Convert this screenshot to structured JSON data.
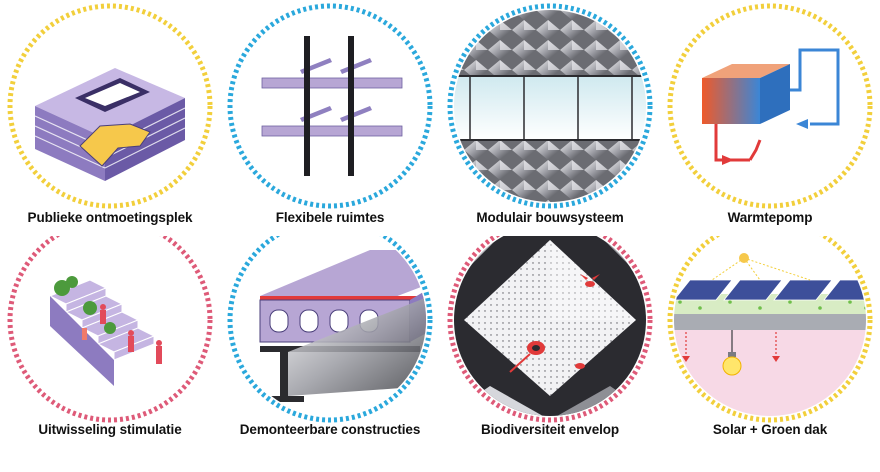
{
  "colors": {
    "yellow_ring": "#f2cf3b",
    "blue_ring": "#2aa8dc",
    "pink_ring": "#de5a78",
    "lavender": "#b7a6d4",
    "purple_dark": "#4a3f7a",
    "accent_yellow": "#f6c84b",
    "heat_red": "#e13a3a",
    "heat_blue": "#3b86d6",
    "green_roof": "#6fbf4a",
    "panel_blue": "#3d4f9a",
    "pink_soil": "#f7d9e6"
  },
  "tiles": [
    {
      "label": "Publieke ontmoetingsplek",
      "ring": "yellow",
      "icon": "stacked-building-icon"
    },
    {
      "label": "Flexibele ruimtes",
      "ring": "blue",
      "icon": "grid-beams-icon"
    },
    {
      "label": "Modulair bouwsysteem",
      "ring": "blue",
      "icon": "modular-panels-icon"
    },
    {
      "label": "Warmtepomp",
      "ring": "yellow",
      "icon": "heat-pump-icon"
    },
    {
      "label": "Uitwisseling stimulatie",
      "ring": "pink",
      "icon": "stairs-people-icon"
    },
    {
      "label": "Demonteerbare constructies",
      "ring": "blue",
      "icon": "steel-beam-icon"
    },
    {
      "label": "Biodiversiteit envelop",
      "ring": "pink",
      "icon": "facade-insects-icon"
    },
    {
      "label": "Solar + Groen dak",
      "ring": "yellow",
      "icon": "solar-roof-icon"
    }
  ]
}
